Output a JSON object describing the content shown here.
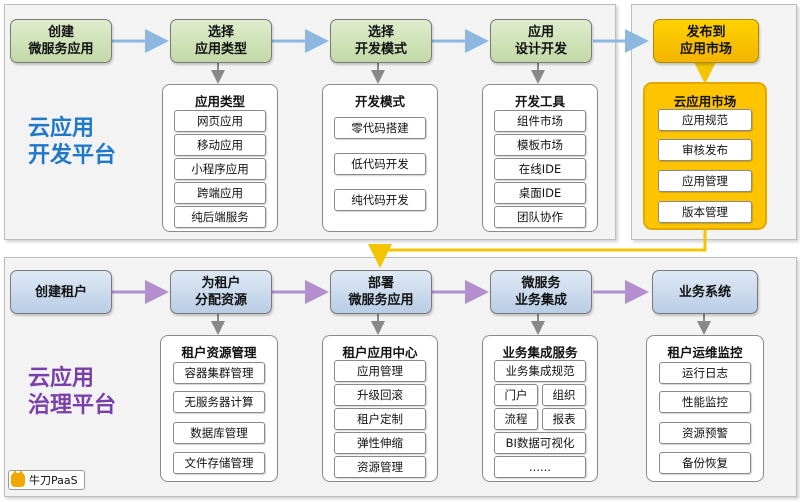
{
  "dev_platform": {
    "title": "云应用\n开发平台",
    "title_color": "#1f78c8",
    "steps": [
      "创建\n微服务应用",
      "选择\n应用类型",
      "选择\n开发模式",
      "应用\n设计开发"
    ],
    "groups": [
      {
        "title": "应用类型",
        "items": [
          "网页应用",
          "移动应用",
          "小程序应用",
          "跨端应用",
          "纯后端服务"
        ]
      },
      {
        "title": "开发模式",
        "items": [
          "零代码搭建",
          "低代码开发",
          "纯代码开发"
        ]
      },
      {
        "title": "开发工具",
        "items": [
          "组件市场",
          "模板市场",
          "在线IDE",
          "桌面IDE",
          "团队协作"
        ]
      }
    ]
  },
  "market": {
    "step": "发布到\n应用市场",
    "title": "云应用市场",
    "items": [
      "应用规范",
      "审核发布",
      "应用管理",
      "版本管理"
    ]
  },
  "gov_platform": {
    "title": "云应用\n治理平台",
    "title_color": "#7a3fa8",
    "steps": [
      "创建租户",
      "为租户\n分配资源",
      "部署\n微服务应用",
      "微服务\n业务集成",
      "业务系统"
    ],
    "groups": [
      {
        "title": "租户资源管理",
        "items": [
          "容器集群管理",
          "无服务器计算",
          "数据库管理",
          "文件存储管理"
        ]
      },
      {
        "title": "租户应用中心",
        "items": [
          "应用管理",
          "升级回滚",
          "租户定制",
          "弹性伸缩",
          "资源管理"
        ]
      },
      {
        "title": "业务集成服务",
        "items": [
          "业务集成规范",
          "门户",
          "组织",
          "流程",
          "报表",
          "BI数据可视化",
          "......"
        ]
      },
      {
        "title": "租户运维监控",
        "items": [
          "运行日志",
          "性能监控",
          "资源预警",
          "备份恢复"
        ]
      }
    ]
  },
  "logo": {
    "text": "牛刀PaaS",
    "icon": "tiger-icon"
  },
  "colors": {
    "blue_arrow": "#8cb8e0",
    "yellow_arrow": "#f5c400",
    "purple_arrow": "#b38fd0",
    "connector": "#888888"
  }
}
